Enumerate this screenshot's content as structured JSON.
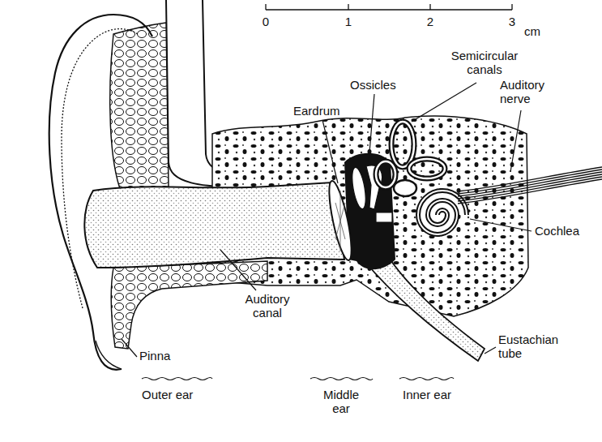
{
  "diagram": {
    "labels": [
      "0",
      "1",
      "2",
      "3",
      "cm",
      "Semicircular canals",
      "Ossicles",
      "Eardrum",
      "Auditory nerve",
      "Cochlea",
      "Auditory canal",
      "Pinna",
      "Outer ear",
      "Middle ear",
      "Inner ear",
      "Eustachian tube"
    ]
  }
}
